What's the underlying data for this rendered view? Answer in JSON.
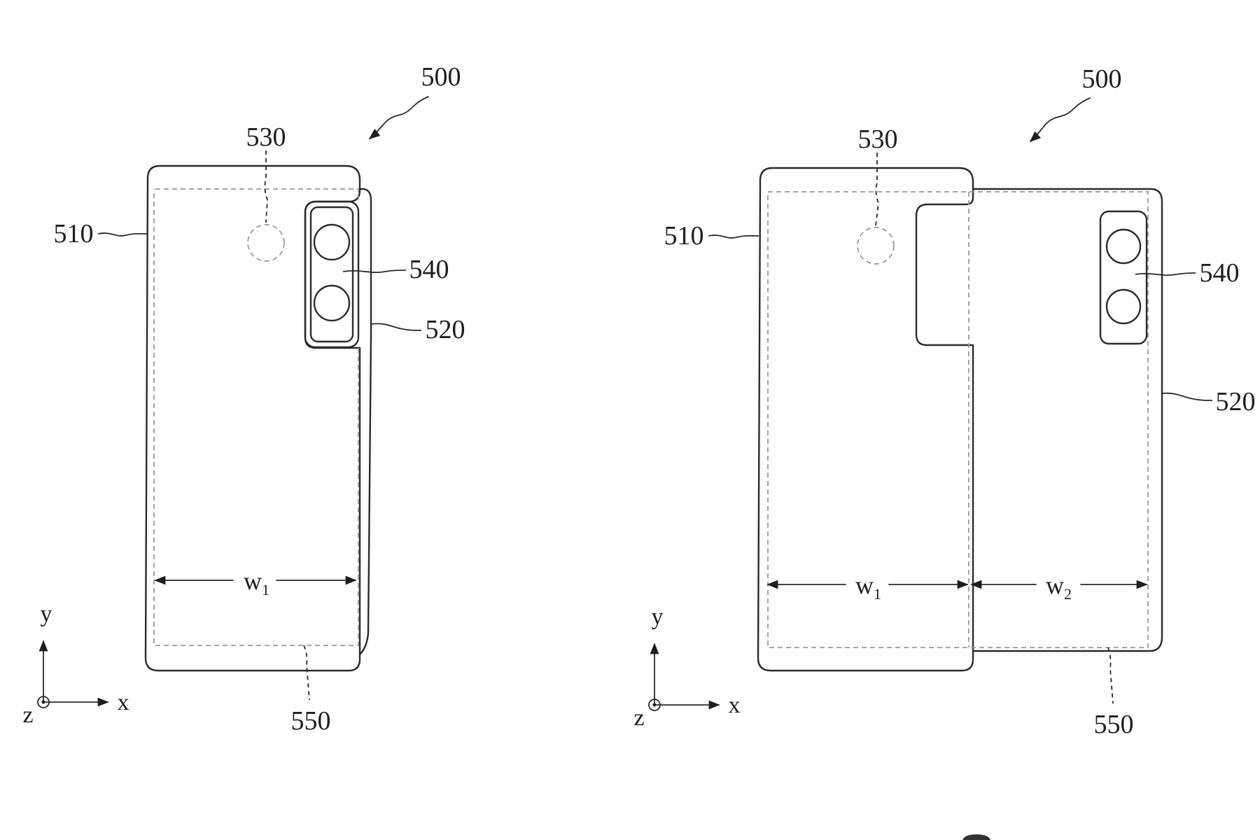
{
  "figures": [
    {
      "state": "folded",
      "labels": {
        "device": "500",
        "first_housing": "510",
        "second_housing": "520",
        "sensor": "530",
        "camera_module": "540",
        "display": "550"
      },
      "widths": [
        {
          "main": "w",
          "sub": "1"
        }
      ],
      "axes": {
        "x": "x",
        "y": "y",
        "z": "z"
      }
    },
    {
      "state": "unfolded",
      "labels": {
        "device": "500",
        "first_housing": "510",
        "second_housing": "520",
        "sensor": "530",
        "camera_module": "540",
        "display": "550"
      },
      "widths": [
        {
          "main": "w",
          "sub": "1"
        },
        {
          "main": "w",
          "sub": "2"
        }
      ],
      "axes": {
        "x": "x",
        "y": "y",
        "z": "z"
      }
    }
  ],
  "colors": {
    "line": "#2b2b2b",
    "hidden_line": "#9a9a9a",
    "background": "#ffffff"
  }
}
